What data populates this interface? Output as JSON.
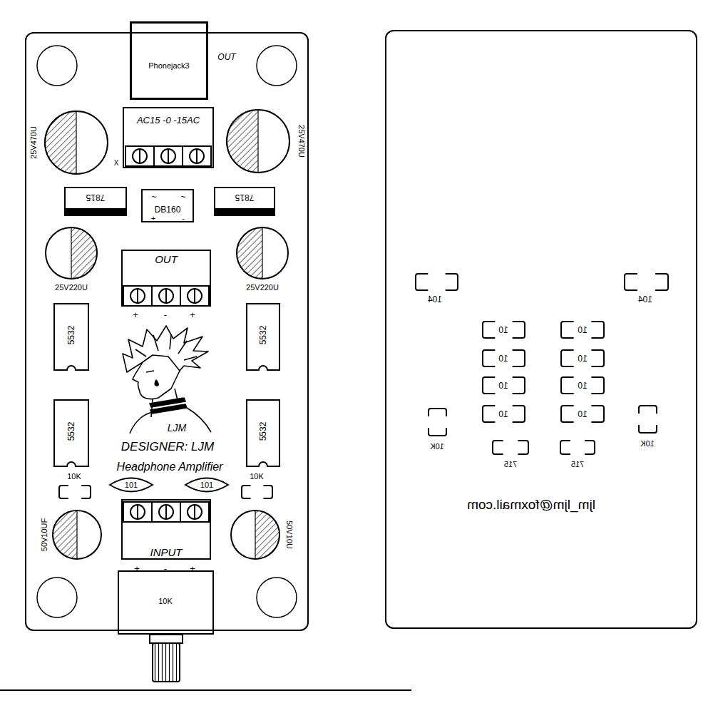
{
  "diagram": {
    "nodes": [
      {
        "text": [
          "DESIGNER: LJM",
          "Headphone Amplifier"
        ]
      },
      {
        "text": [
          "Phonejack3",
          "OUT"
        ],
        "in": 0
      },
      {
        "text": [
          "25V470U"
        ],
        "in": 0
      },
      {
        "text": [
          "AC15 -0 -15AC"
        ],
        "in": 0
      },
      {
        "text": [
          "25V470U"
        ],
        "in": 0
      },
      {
        "text": [
          "7815"
        ],
        "in": 0
      },
      {
        "text": [
          "~",
          "~",
          "DB160",
          "+",
          "-"
        ],
        "in": 0
      },
      {
        "text": [
          "7815"
        ],
        "in": 0
      },
      {
        "text": [
          "25V220U"
        ],
        "in": 0
      },
      {
        "text": [
          "OUT",
          "+",
          "-",
          "+"
        ],
        "in": 0
      },
      {
        "text": [
          "25V220U"
        ],
        "in": 0
      },
      {
        "text": [
          "5532"
        ],
        "in": 0
      },
      {
        "text": [
          "5532"
        ],
        "in": 0
      },
      {
        "text": [
          "5532"
        ],
        "in": 0
      },
      {
        "text": [
          "5532"
        ],
        "in": 0
      },
      {
        "text": [
          "10K"
        ],
        "in": 0
      },
      {
        "text": [
          "101"
        ],
        "in": 0
      },
      {
        "text": [
          "101"
        ],
        "in": 0
      },
      {
        "text": [
          "10K"
        ],
        "in": 0
      },
      {
        "text": [
          "50V10UF"
        ],
        "in": 0
      },
      {
        "text": [
          "INPUT",
          "+",
          "-",
          "+"
        ],
        "in": 0
      },
      {
        "text": [
          "50V10U"
        ],
        "in": 0
      },
      {
        "text": [
          "10K"
        ],
        "in": 0
      },
      {
        "text": [
          "ljm_ljm@foxmail.com"
        ]
      },
      {
        "text": [
          "104"
        ],
        "in": 23
      },
      {
        "text": [
          "104"
        ],
        "in": 23
      },
      {
        "text": [
          "10"
        ],
        "in": 23
      },
      {
        "text": [
          "10"
        ],
        "in": 23
      },
      {
        "text": [
          "10"
        ],
        "in": 23
      },
      {
        "text": [
          "10"
        ],
        "in": 23
      },
      {
        "text": [
          "10"
        ],
        "in": 23
      },
      {
        "text": [
          "10"
        ],
        "in": 23
      },
      {
        "text": [
          "10"
        ],
        "in": 23
      },
      {
        "text": [
          "10"
        ],
        "in": 23
      },
      {
        "text": [
          "10K"
        ],
        "in": 23
      },
      {
        "text": [
          "10K"
        ],
        "in": 23
      },
      {
        "text": [
          "715"
        ],
        "in": 23
      },
      {
        "text": [
          "715"
        ],
        "in": 23
      }
    ],
    "labels": [
      "X",
      "LJM"
    ]
  }
}
